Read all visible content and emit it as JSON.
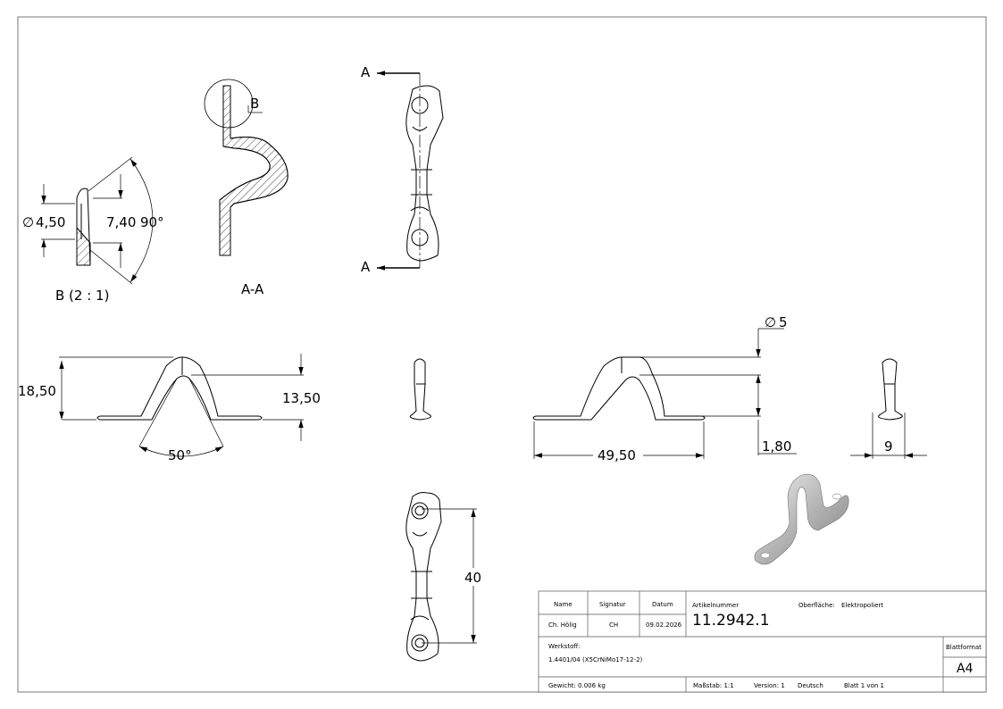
{
  "section_view": {
    "marker_label": "A",
    "title": "A-A",
    "detail_marker": "B"
  },
  "detail_view": {
    "title": "B (2 : 1)",
    "dim_diameter": "4,50",
    "dim_length": "7,40",
    "dim_angle": "90°",
    "diameter_symbol": "∅"
  },
  "front_view": {
    "dim_height_total": "18,50",
    "dim_height_inner": "13,50",
    "dim_angle": "50°"
  },
  "right_view": {
    "dim_diameter": "5",
    "dim_length": "49,50",
    "dim_thickness": "1,80",
    "diameter_symbol": "∅"
  },
  "side_view": {
    "dim_width": "9"
  },
  "top_view": {
    "dim_length": "40"
  },
  "title_block": {
    "headers": {
      "name": "Name",
      "signature": "Signatur",
      "date": "Datum",
      "article": "Artikelnummer",
      "surface": "Oberfläche:",
      "material": "Werkstoff:",
      "format": "Blattformat"
    },
    "values": {
      "name": "Ch. Hölig",
      "signature": "CH",
      "date": "09.02.2026",
      "article_number": "11.2942.1",
      "surface": "Elektropoliert",
      "material": "1.4401/04 (X5CrNiMo17-12-2)",
      "format": "A4"
    },
    "footer": {
      "weight": "Gewicht: 0.006 kg",
      "scale": "Maßstab: 1:1",
      "version": "Version: 1",
      "language": "Deutsch",
      "sheet": "Blatt 1 von 1"
    }
  },
  "colors": {
    "line": "#000000",
    "frame": "#555555",
    "render_light": "#e8e8e8",
    "render_dark": "#8a8a8a"
  }
}
